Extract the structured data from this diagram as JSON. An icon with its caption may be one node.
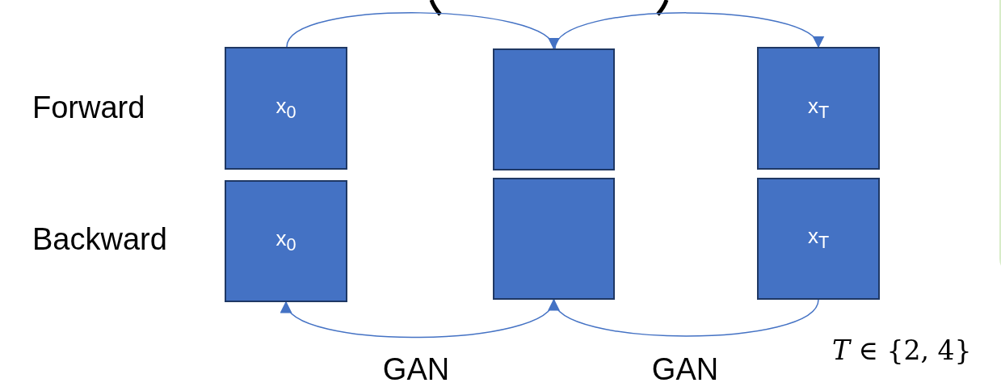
{
  "diagram": {
    "nodes": [
      {
        "text": [
          "x$_{0}$"
        ]
      },
      {
        "text": [],
        "shape": "box"
      },
      {
        "text": [
          "x$_{T}$"
        ]
      },
      {
        "text": [
          "x$_{0}$"
        ]
      },
      {
        "text": [],
        "shape": "box"
      },
      {
        "text": [
          "x$_{T}$"
        ]
      }
    ],
    "edges": [
      {
        "from": 0,
        "to": 1,
        "arrow": "to"
      },
      {
        "from": 1,
        "to": 2,
        "arrow": "to"
      },
      {
        "from": 4,
        "to": 3,
        "arrow": "to",
        "label": "GAN"
      },
      {
        "from": 5,
        "to": 4,
        "arrow": "to",
        "label": "GAN"
      }
    ],
    "labels": [
      "Forward",
      "Backward",
      "*T* ∈ {2, 4}"
    ]
  }
}
